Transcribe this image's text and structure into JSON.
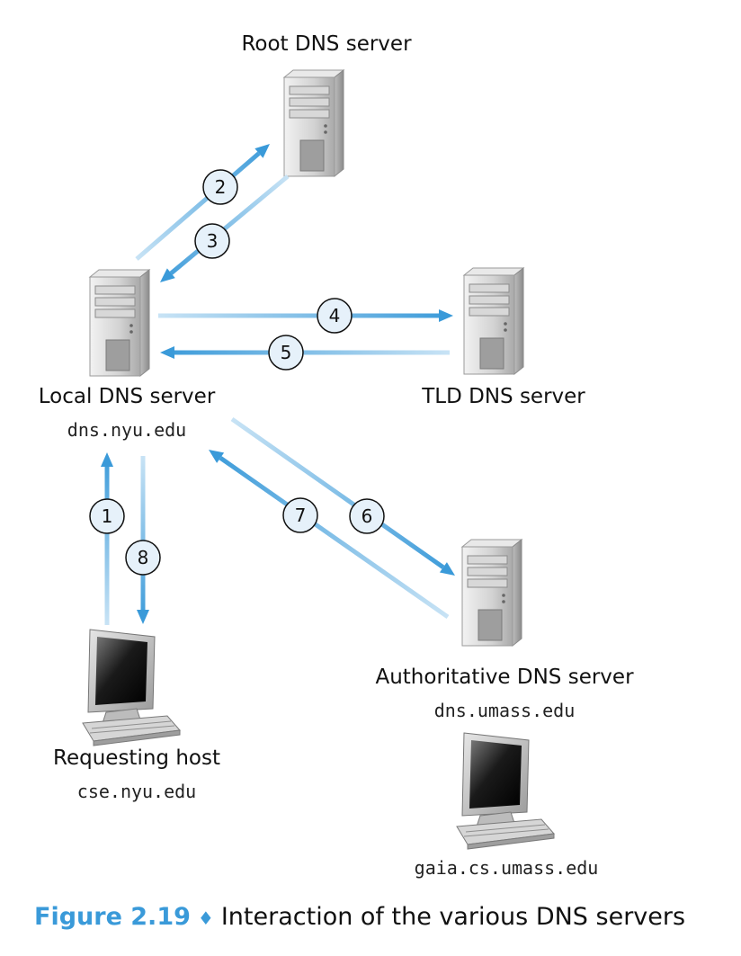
{
  "nodes": {
    "root": {
      "label": "Root DNS server"
    },
    "local": {
      "label": "Local DNS server",
      "hostname": "dns.nyu.edu"
    },
    "tld": {
      "label": "TLD DNS server"
    },
    "auth": {
      "label": "Authoritative DNS server",
      "hostname": "dns.umass.edu"
    },
    "host": {
      "label": "Requesting host",
      "hostname": "cse.nyu.edu"
    },
    "gaia": {
      "hostname": "gaia.cs.umass.edu"
    }
  },
  "steps": [
    "1",
    "2",
    "3",
    "4",
    "5",
    "6",
    "7",
    "8"
  ],
  "caption": {
    "number": "Figure 2.19",
    "separator": "♦",
    "text": "Interaction of the various DNS servers"
  },
  "colors": {
    "arrow": "#3a9ad9",
    "arrow_faded": "#c8e3f5",
    "step_circle": "#e6f1fa"
  }
}
